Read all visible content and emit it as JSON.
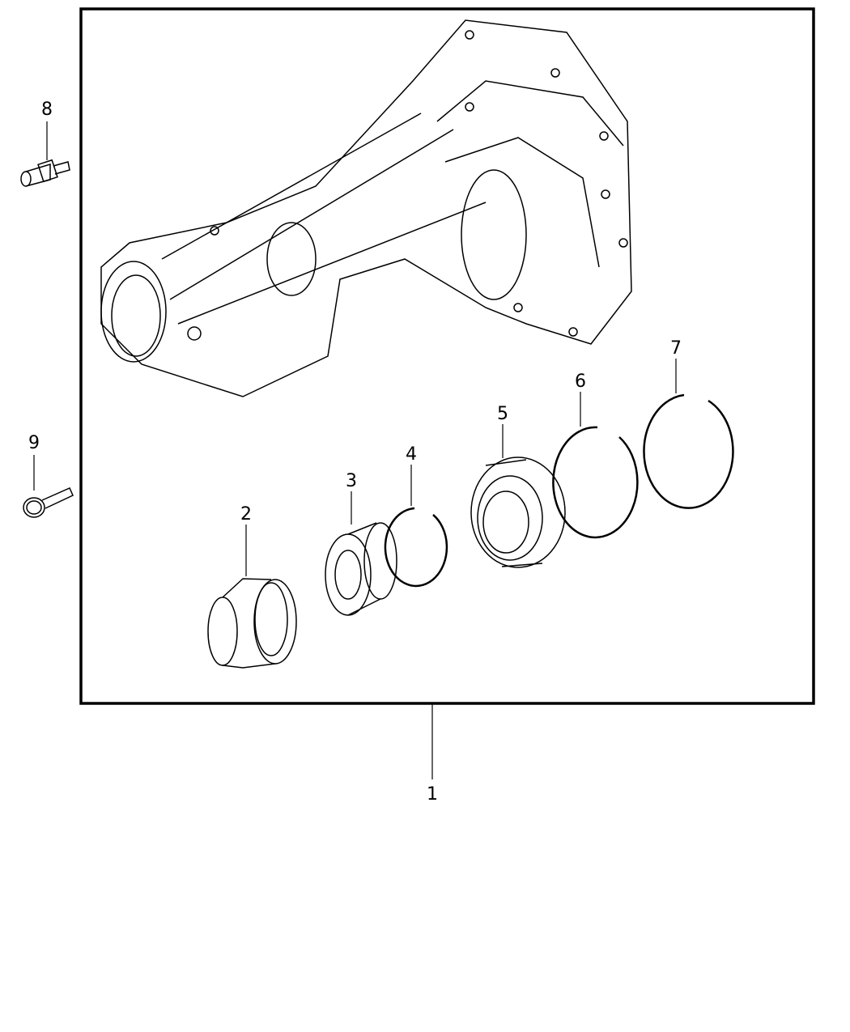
{
  "diagram": {
    "callouts": {
      "c1": "1",
      "c2": "2",
      "c3": "3",
      "c4": "4",
      "c5": "5",
      "c6": "6",
      "c7": "7",
      "c8": "8",
      "c9": "9"
    },
    "stroke_color": "#000000",
    "background_color": "#ffffff"
  }
}
